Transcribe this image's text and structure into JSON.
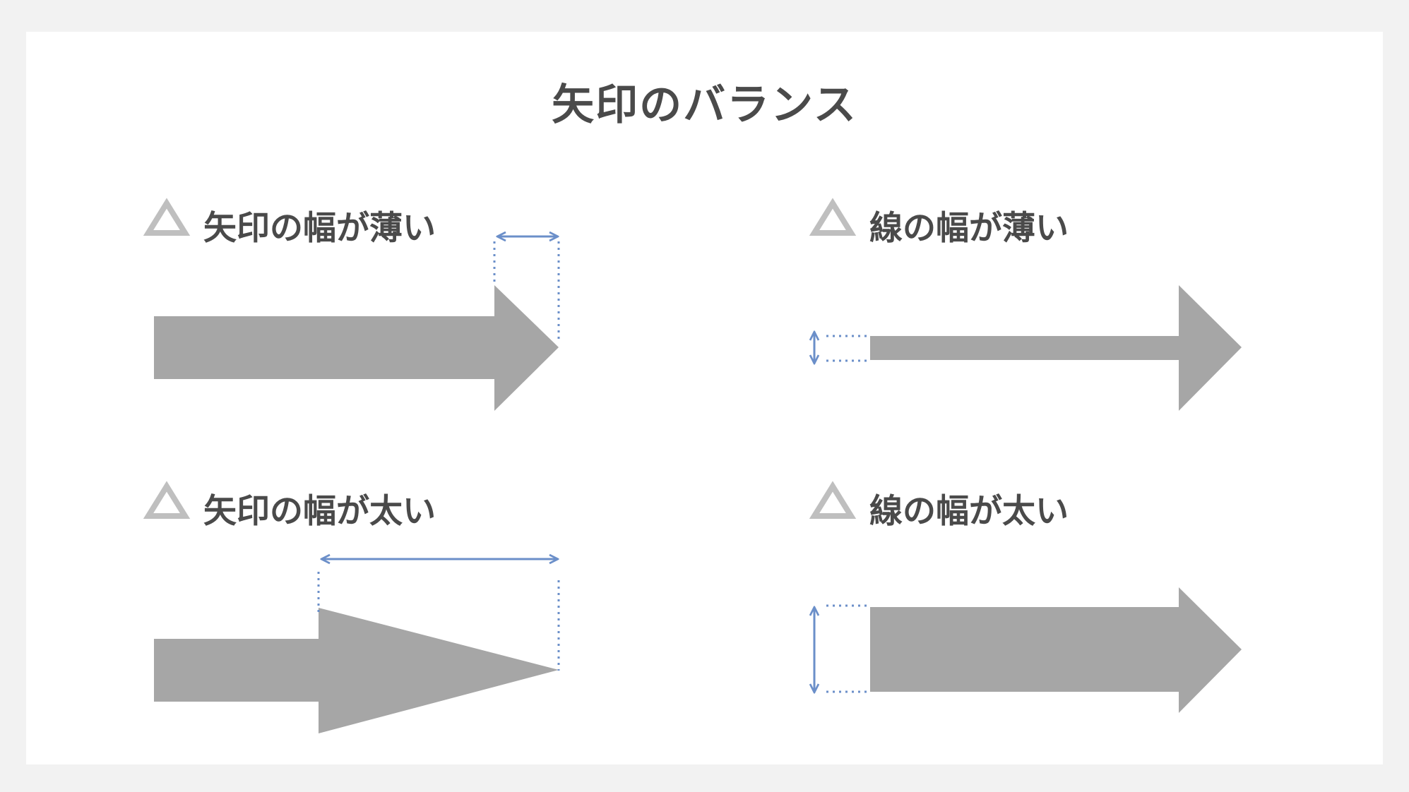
{
  "title": "矢印のバランス",
  "panels": [
    {
      "label": "矢印の幅が薄い",
      "rating_icon": "triangle-icon"
    },
    {
      "label": "線の幅が薄い",
      "rating_icon": "triangle-icon"
    },
    {
      "label": "矢印の幅が太い",
      "rating_icon": "triangle-icon"
    },
    {
      "label": "線の幅が太い",
      "rating_icon": "triangle-icon"
    }
  ],
  "colors": {
    "background": "#f2f2f2",
    "slide": "#ffffff",
    "arrow": "#a6a6a6",
    "triangle_icon": "#bfbfbf",
    "text": "#4a4a4a",
    "measure_guide": "#6b8fc9"
  }
}
